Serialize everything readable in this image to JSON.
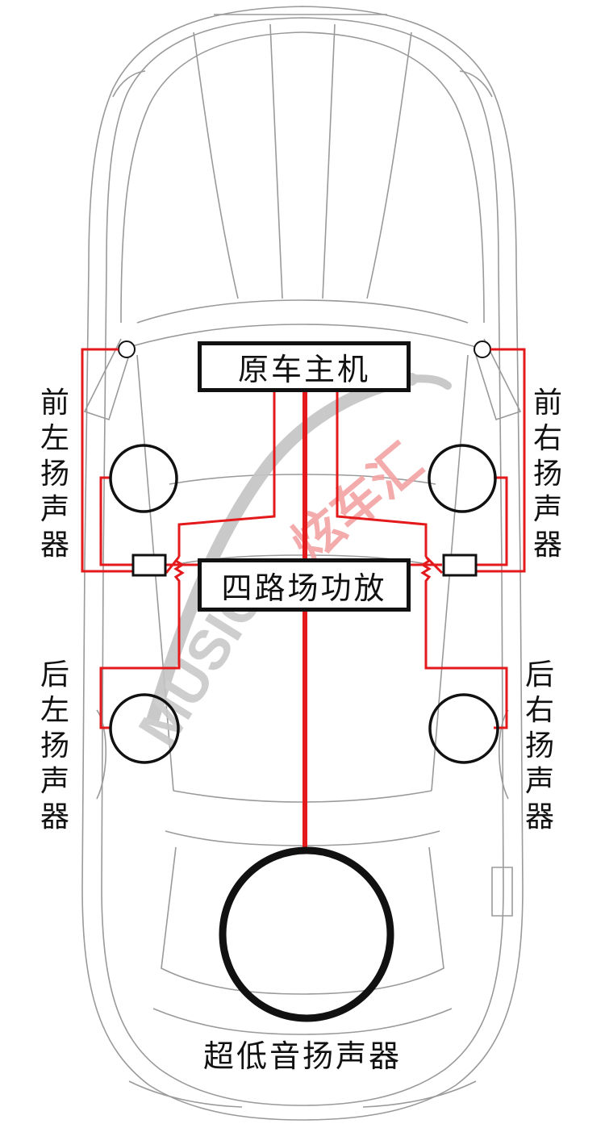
{
  "diagram": {
    "head_unit": "原车主机",
    "amplifier": "四路场功放",
    "front_left_speaker": "前左扬声器",
    "front_right_speaker": "前右扬声器",
    "rear_left_speaker": "后左扬声器",
    "rear_right_speaker": "后右扬声器",
    "subwoofer": "超低音扬声器"
  },
  "watermark": {
    "text": "MUSIC炫车汇"
  },
  "colors": {
    "wire": "#e3191c",
    "outline": "#111111",
    "car_line": "#9a9a9a",
    "watermark_grey": "#c4c4c4",
    "watermark_red": "#f3a3a3"
  }
}
